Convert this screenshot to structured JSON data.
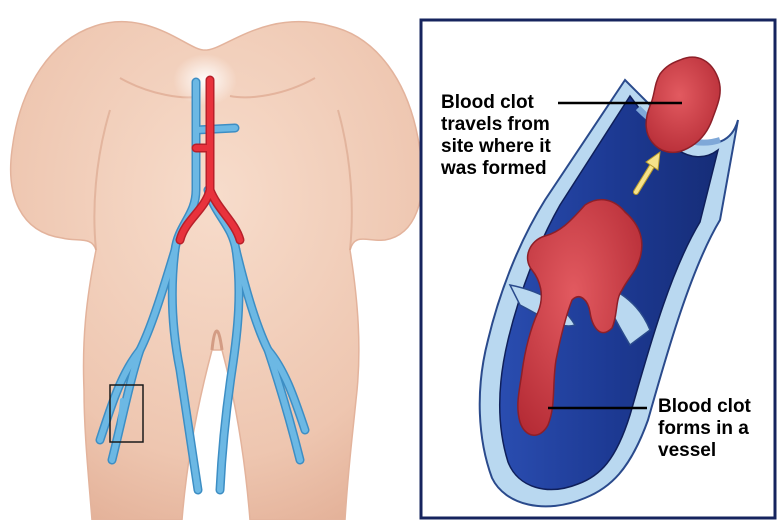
{
  "callouts": {
    "travels": {
      "lines": [
        "Blood clot",
        "travels from",
        "site where it",
        "was formed"
      ]
    },
    "forms": {
      "lines": [
        "Blood clot",
        "forms in a",
        "vessel"
      ]
    }
  },
  "colors": {
    "skin": "#f1cfbb",
    "skin_shadow": "#e0ad96",
    "vein": "#6cb8e4",
    "vein_outline": "#3d8ec4",
    "artery": "#e8323c",
    "panel_border": "#16245e",
    "vessel_wall": "#b9d8f0",
    "vessel_lumen": "#1f3f9c",
    "clot": "#c93a43",
    "arrow": "#f6e28a"
  }
}
